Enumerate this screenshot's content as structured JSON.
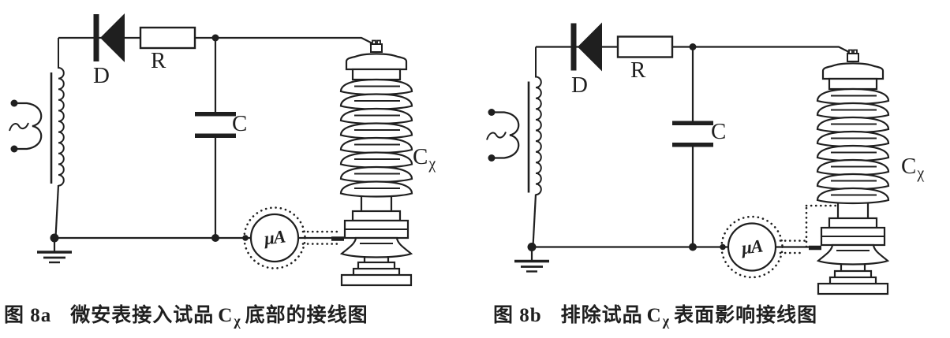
{
  "page": {
    "background": "#ffffff",
    "ink": "#1f1f1f"
  },
  "figures": [
    {
      "id": "8a",
      "caption": {
        "fig_label": "图 8a",
        "text_before": "微安表接入试品",
        "cx_main": "C",
        "cx_sub": "χ",
        "text_after": "底部的接线图"
      },
      "labels": {
        "diode": "D",
        "resistor": "R",
        "filter_capacitor": "C",
        "test_object_main": "C",
        "test_object_sub": "χ",
        "meter": "μA"
      },
      "icons": [
        "ac-source-icon",
        "transformer-icon",
        "diode-icon",
        "resistor-icon",
        "capacitor-icon",
        "ground-icon",
        "microammeter-icon",
        "guard-wire-dotted-icon",
        "test-object-insulator-icon"
      ]
    },
    {
      "id": "8b",
      "caption": {
        "fig_label": "图 8b",
        "text_before": "排除试品",
        "cx_main": "C",
        "cx_sub": "χ",
        "text_after": "表面影响接线图"
      },
      "labels": {
        "diode": "D",
        "resistor": "R",
        "filter_capacitor": "C",
        "test_object_main": "C",
        "test_object_sub": "χ",
        "meter": "μA"
      },
      "icons": [
        "ac-source-icon",
        "transformer-icon",
        "diode-icon",
        "resistor-icon",
        "capacitor-icon",
        "ground-icon",
        "microammeter-icon",
        "guard-wire-dotted-icon",
        "test-object-insulator-icon"
      ]
    }
  ]
}
